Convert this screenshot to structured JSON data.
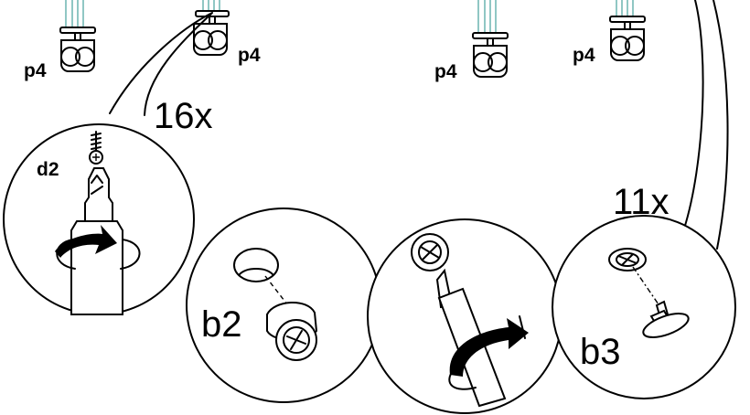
{
  "part_labels": {
    "caster_1": "p4",
    "caster_2": "p4",
    "caster_3": "p4",
    "caster_4": "p4",
    "screw_d2": "d2",
    "cam_b2": "b2",
    "bolt_b3": "b3"
  },
  "quantities": {
    "screws": "16x",
    "cams": "11x"
  },
  "colors": {
    "line": "#000000",
    "accent_legs": "#55a9a4",
    "background": "#ffffff"
  },
  "icons": [
    "caster-icon",
    "screw-icon",
    "screwdriver-icon",
    "rotation-arrow-icon",
    "cam-lock-icon",
    "cam-bolt-icon"
  ]
}
